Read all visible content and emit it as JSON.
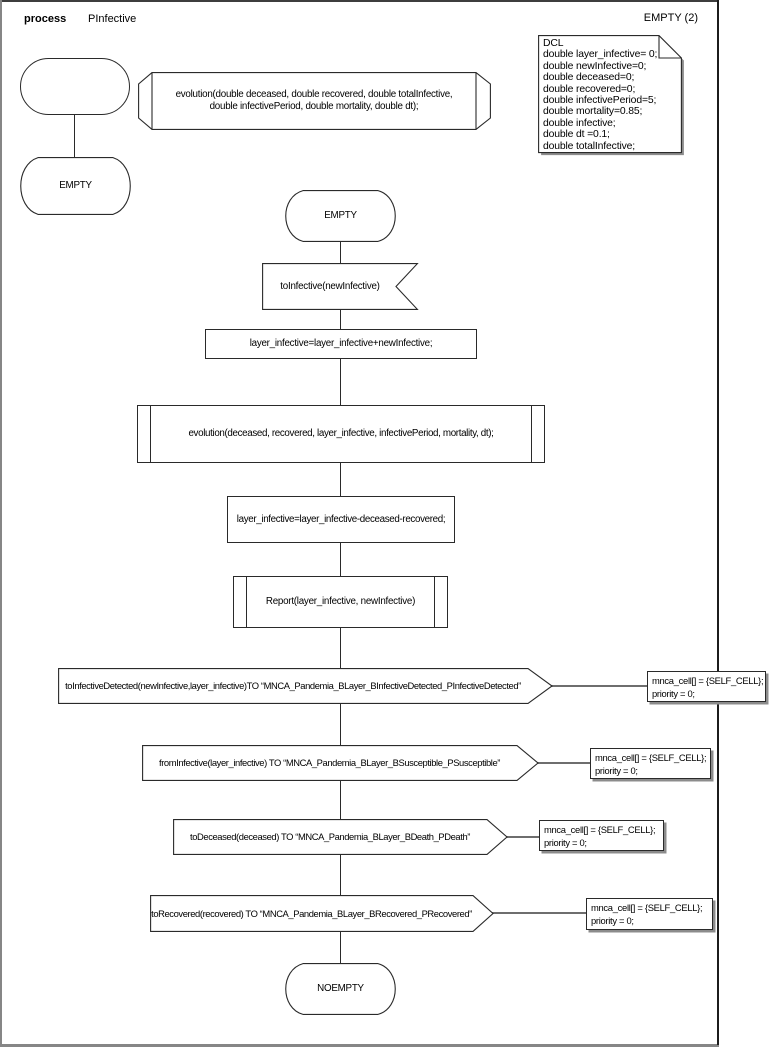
{
  "header": {
    "kind": "process",
    "name": "PInfective",
    "page_label": "EMPTY (2)"
  },
  "dcl_note": {
    "lines": [
      "DCL",
      "double layer_infective= 0;",
      "double newInfective=0;",
      "double deceased=0;",
      "double recovered=0;",
      "double infectivePeriod=5;",
      "double mortality=0.85;",
      "double infective;",
      "double dt =0.1;",
      "double totalInfective;"
    ]
  },
  "procedure_declaration": {
    "lines": [
      "evolution(double deceased, double recovered, double totalInfective,",
      "double infectivePeriod, double mortality, double dt);"
    ]
  },
  "start_branch": {
    "state_label": "EMPTY"
  },
  "flow": {
    "initial_state": "EMPTY",
    "input_signal": "toInfective(newInfective)",
    "task_add": "layer_infective=layer_infective+newInfective;",
    "call_evolution": "evolution(deceased, recovered, layer_infective, infectivePeriod, mortality, dt);",
    "task_subtract": "layer_infective=layer_infective-deceased-recovered;",
    "call_report": "Report(layer_infective, newInfective)",
    "final_state": "NOEMPTY",
    "outputs": [
      {
        "text": "toInfectiveDetected(newInfective,layer_infective)TO “MNCA_Pandemia_BLayer_BInfectiveDetected_PInfectiveDetected”",
        "comment": "mnca_cell[] = {SELF_CELL};\npriority = 0;"
      },
      {
        "text": "fromInfective(layer_infective) TO “MNCA_Pandemia_BLayer_BSusceptible_PSusceptible”",
        "comment": "mnca_cell[] = {SELF_CELL};\npriority = 0;"
      },
      {
        "text": "toDeceased(deceased) TO “MNCA_Pandemia_BLayer_BDeath_PDeath”",
        "comment": "mnca_cell[] = {SELF_CELL};\npriority = 0;"
      },
      {
        "text": "toRecovered(recovered) TO “MNCA_Pandemia_BLayer_BRecovered_PRecovered”",
        "comment": "mnca_cell[] = {SELF_CELL};\npriority = 0;"
      }
    ]
  },
  "colors": {
    "stroke": "#2a2a2a",
    "shadow": "#8c8c8c",
    "frame_dark": "#3d3d3d",
    "frame_gray": "#868686"
  }
}
